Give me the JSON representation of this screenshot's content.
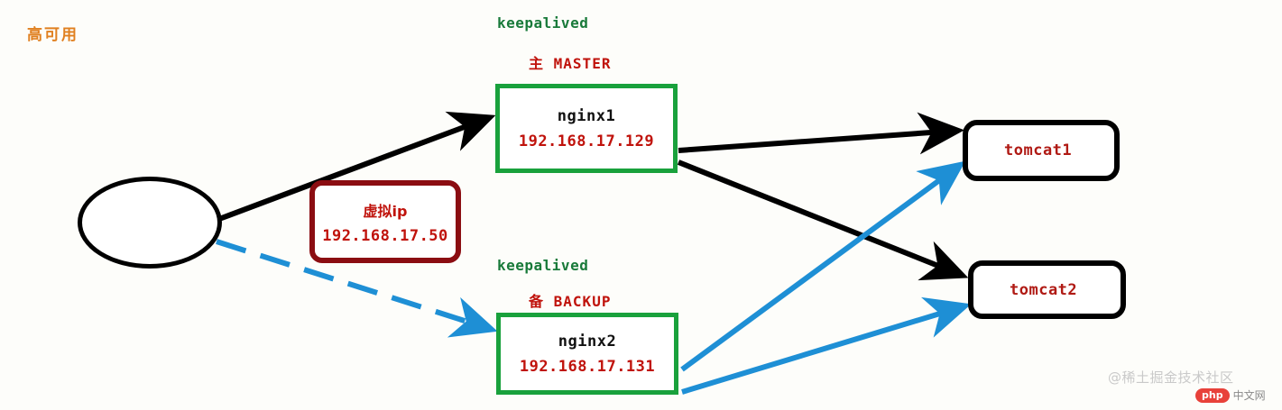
{
  "diagram": {
    "title": "高可用",
    "title_color": "#e08020",
    "background": "#fdfdfa"
  },
  "client": {
    "name": "client-ellipse",
    "label": ""
  },
  "vip": {
    "title": "虚拟ip",
    "ip": "192.168.17.50",
    "border_color": "#8b0d12",
    "text_color": "#c0130c"
  },
  "nodes": {
    "nginx1": {
      "keepalived_label": "keepalived",
      "role_cn": "主",
      "role_en": "MASTER",
      "name": "nginx1",
      "ip": "192.168.17.129",
      "border_color": "#19a13c"
    },
    "nginx2": {
      "keepalived_label": "keepalived",
      "role_cn": "备",
      "role_en": "BACKUP",
      "name": "nginx2",
      "ip": "192.168.17.131",
      "border_color": "#19a13c"
    },
    "tomcat1": {
      "name": "tomcat1",
      "border_color": "#000000",
      "text_color": "#b01a14"
    },
    "tomcat2": {
      "name": "tomcat2",
      "border_color": "#000000",
      "text_color": "#b01a14"
    }
  },
  "edges": [
    {
      "from": "client",
      "to": "nginx1",
      "style": "solid",
      "color": "#000000"
    },
    {
      "from": "client",
      "to": "nginx2",
      "style": "dashed",
      "color": "#1e8fd5"
    },
    {
      "from": "nginx1",
      "to": "tomcat1",
      "style": "solid",
      "color": "#000000"
    },
    {
      "from": "nginx1",
      "to": "tomcat2",
      "style": "solid",
      "color": "#000000"
    },
    {
      "from": "nginx2",
      "to": "tomcat1",
      "style": "solid",
      "color": "#1e8fd5"
    },
    {
      "from": "nginx2",
      "to": "tomcat2",
      "style": "solid",
      "color": "#1e8fd5"
    }
  ],
  "watermark": {
    "text": "@稀土掘金技术社区",
    "logo_text": "php",
    "logo_suffix": "中文网"
  }
}
